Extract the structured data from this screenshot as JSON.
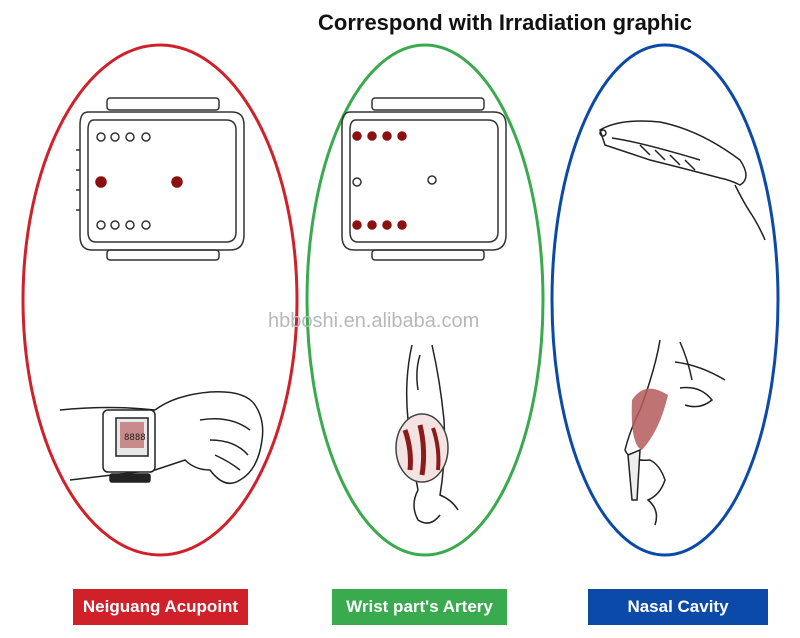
{
  "title": "Correspond with Irradiation graphic",
  "watermark": "hbboshi.en.alibaba.com",
  "panels": [
    {
      "label": "Neiguang Acupoint",
      "color": "#d0202a"
    },
    {
      "label": "Wrist part's Artery",
      "color": "#3aaa4e"
    },
    {
      "label": "Nasal Cavity",
      "color": "#0b4aa8"
    }
  ],
  "device_screen_text": "8888",
  "icons": [
    "watch-device-top-view",
    "wrist-watch-on-arm",
    "arm-artery",
    "nasal-probe",
    "face-nose-profile"
  ]
}
